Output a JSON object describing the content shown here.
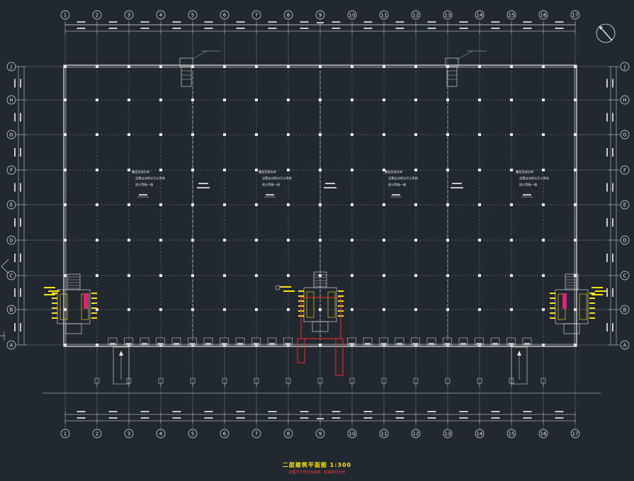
{
  "drawing": {
    "title": "二层建筑平面图 1:300",
    "subtitle": "本图尺寸单位为毫米，标高单位为米"
  },
  "grids": {
    "columns": [
      "1",
      "2",
      "3",
      "4",
      "5",
      "6",
      "7",
      "8",
      "9",
      "10",
      "11",
      "12",
      "13",
      "14",
      "15",
      "16",
      "17"
    ],
    "rows": [
      "J",
      "H",
      "G",
      "F",
      "E",
      "D",
      "C",
      "B",
      "A"
    ]
  },
  "room_notes": [
    [
      "叠层货架仓库",
      "设置自动喷水灭火系统",
      "耐火等级一级"
    ],
    [
      "叠层货架仓库",
      "设置自动喷水灭火系统",
      "耐火等级一级"
    ],
    [
      "叠层货架仓库",
      "设置自动喷水灭火系统",
      "耐火等级一级"
    ],
    [
      "叠层货架仓库",
      "设置自动喷水灭火系统",
      "耐火等级一级"
    ]
  ],
  "colors": {
    "background": "#212830",
    "linework": "#e8e8e8",
    "yellow": "#ffe600",
    "red": "#ff2a2a",
    "magenta": "#e0207a"
  },
  "icons": [
    "north-arrow-icon",
    "axis-marker-icon"
  ]
}
